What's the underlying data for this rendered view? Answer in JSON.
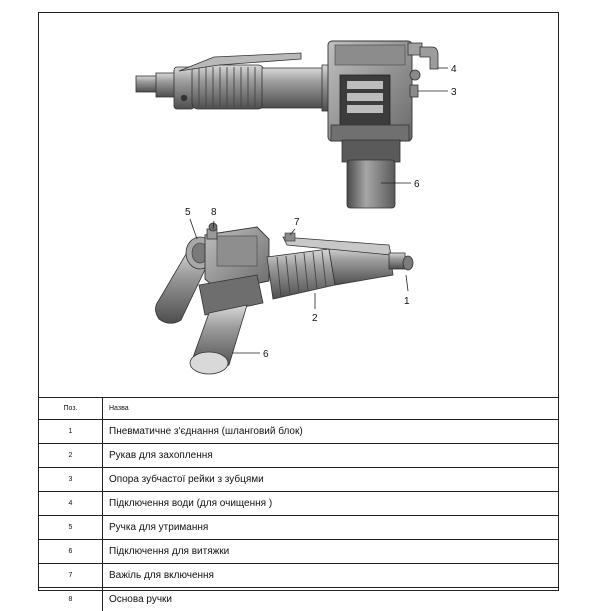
{
  "callouts": {
    "top": [
      "4",
      "3",
      "6"
    ],
    "bottom": [
      "5",
      "8",
      "7",
      "1",
      "2",
      "6"
    ]
  },
  "table": {
    "header": {
      "pos": "Поз.",
      "name": "Назва"
    },
    "rows": [
      {
        "pos": "1",
        "name": "Пневматичне з'єднання (шланговий блок)"
      },
      {
        "pos": "2",
        "name": "Рукав для захоплення"
      },
      {
        "pos": "3",
        "name": "Опора зубчастої рейки з зубцями"
      },
      {
        "pos": "4",
        "name": "Підключення води (для очищення )"
      },
      {
        "pos": "5",
        "name": "Ручка для утримання"
      },
      {
        "pos": "6",
        "name": "Підключення для витяжки"
      },
      {
        "pos": "7",
        "name": "Важіль для включення"
      },
      {
        "pos": "8",
        "name": "Основа ручки"
      }
    ]
  },
  "colors": {
    "line": "#222222",
    "metal": "#9a9a9a",
    "metal_dark": "#5e5e5e"
  }
}
